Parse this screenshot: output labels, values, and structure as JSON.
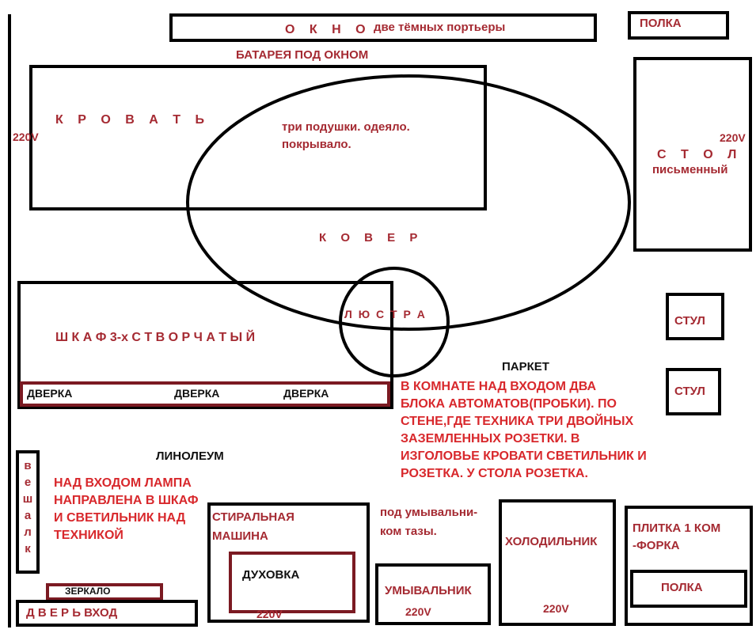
{
  "window_label": "О К Н О",
  "curtains": "две тёмных портьеры",
  "shelf_top": "ПОЛКА",
  "battery": "БАТАРЕЯ ПОД ОКНОМ",
  "bed": "К Р О В А Т Ь",
  "volt_left": "220V",
  "bed_items": "три подушки. одеяло.\nпокрывало.",
  "desk": "С Т О Л",
  "desk_sub": "письменный",
  "volt_desk": "220V",
  "carpet": "К О В Е Р",
  "chandelier": "Л Ю С Т Р А",
  "wardrobe": "Ш К А Ф   3-х С Т В О Р Ч А Т Ы Й",
  "door1": "ДВЕРКА",
  "door2": "ДВЕРКА",
  "door3": "ДВЕРКА",
  "chair1": "СТУЛ",
  "chair2": "СТУЛ",
  "parquet": "ПАРКЕТ",
  "electric_note": "В КОМНАТЕ НАД ВХОДОМ ДВА\nБЛОКА АВТОМАТОВ(ПРОБКИ). ПО\nСТЕНЕ,ГДЕ ТЕХНИКА ТРИ ДВОЙНЫХ\nЗАЗЕМЛЕННЫХ РОЗЕТКИ. В\nИЗГОЛОВЬЕ КРОВАТИ СВЕТИЛЬНИК И\nРОЗЕТКА. У СТОЛА РОЗЕТКА.",
  "linoleum": "ЛИНОЛЕУМ",
  "hanger": "в\nе\nш\nа\nл\nк",
  "lamp_note": "НАД ВХОДОМ ЛАМПА\nНАПРАВЛЕНА В ШКАФ\nИ СВЕТИЛЬНИК НАД\nТЕХНИКОЙ",
  "washer": "СТИРАЛЬНАЯ\nМАШИНА",
  "oven": "ДУХОВКА",
  "volt_washer": "220V",
  "sink_note": "под умывальни-\nком тазы.",
  "sink": "УМЫВАЛЬНИК",
  "volt_sink": "220V",
  "fridge": "ХОЛОДИЛЬНИК",
  "volt_fridge": "220V",
  "stove": "ПЛИТКА 1 КОМ\n-ФОРКА",
  "shelf_bottom": "ПОЛКА",
  "mirror": "ЗЕРКАЛО",
  "entry": "Д В Е Р Ь    ВХОД"
}
